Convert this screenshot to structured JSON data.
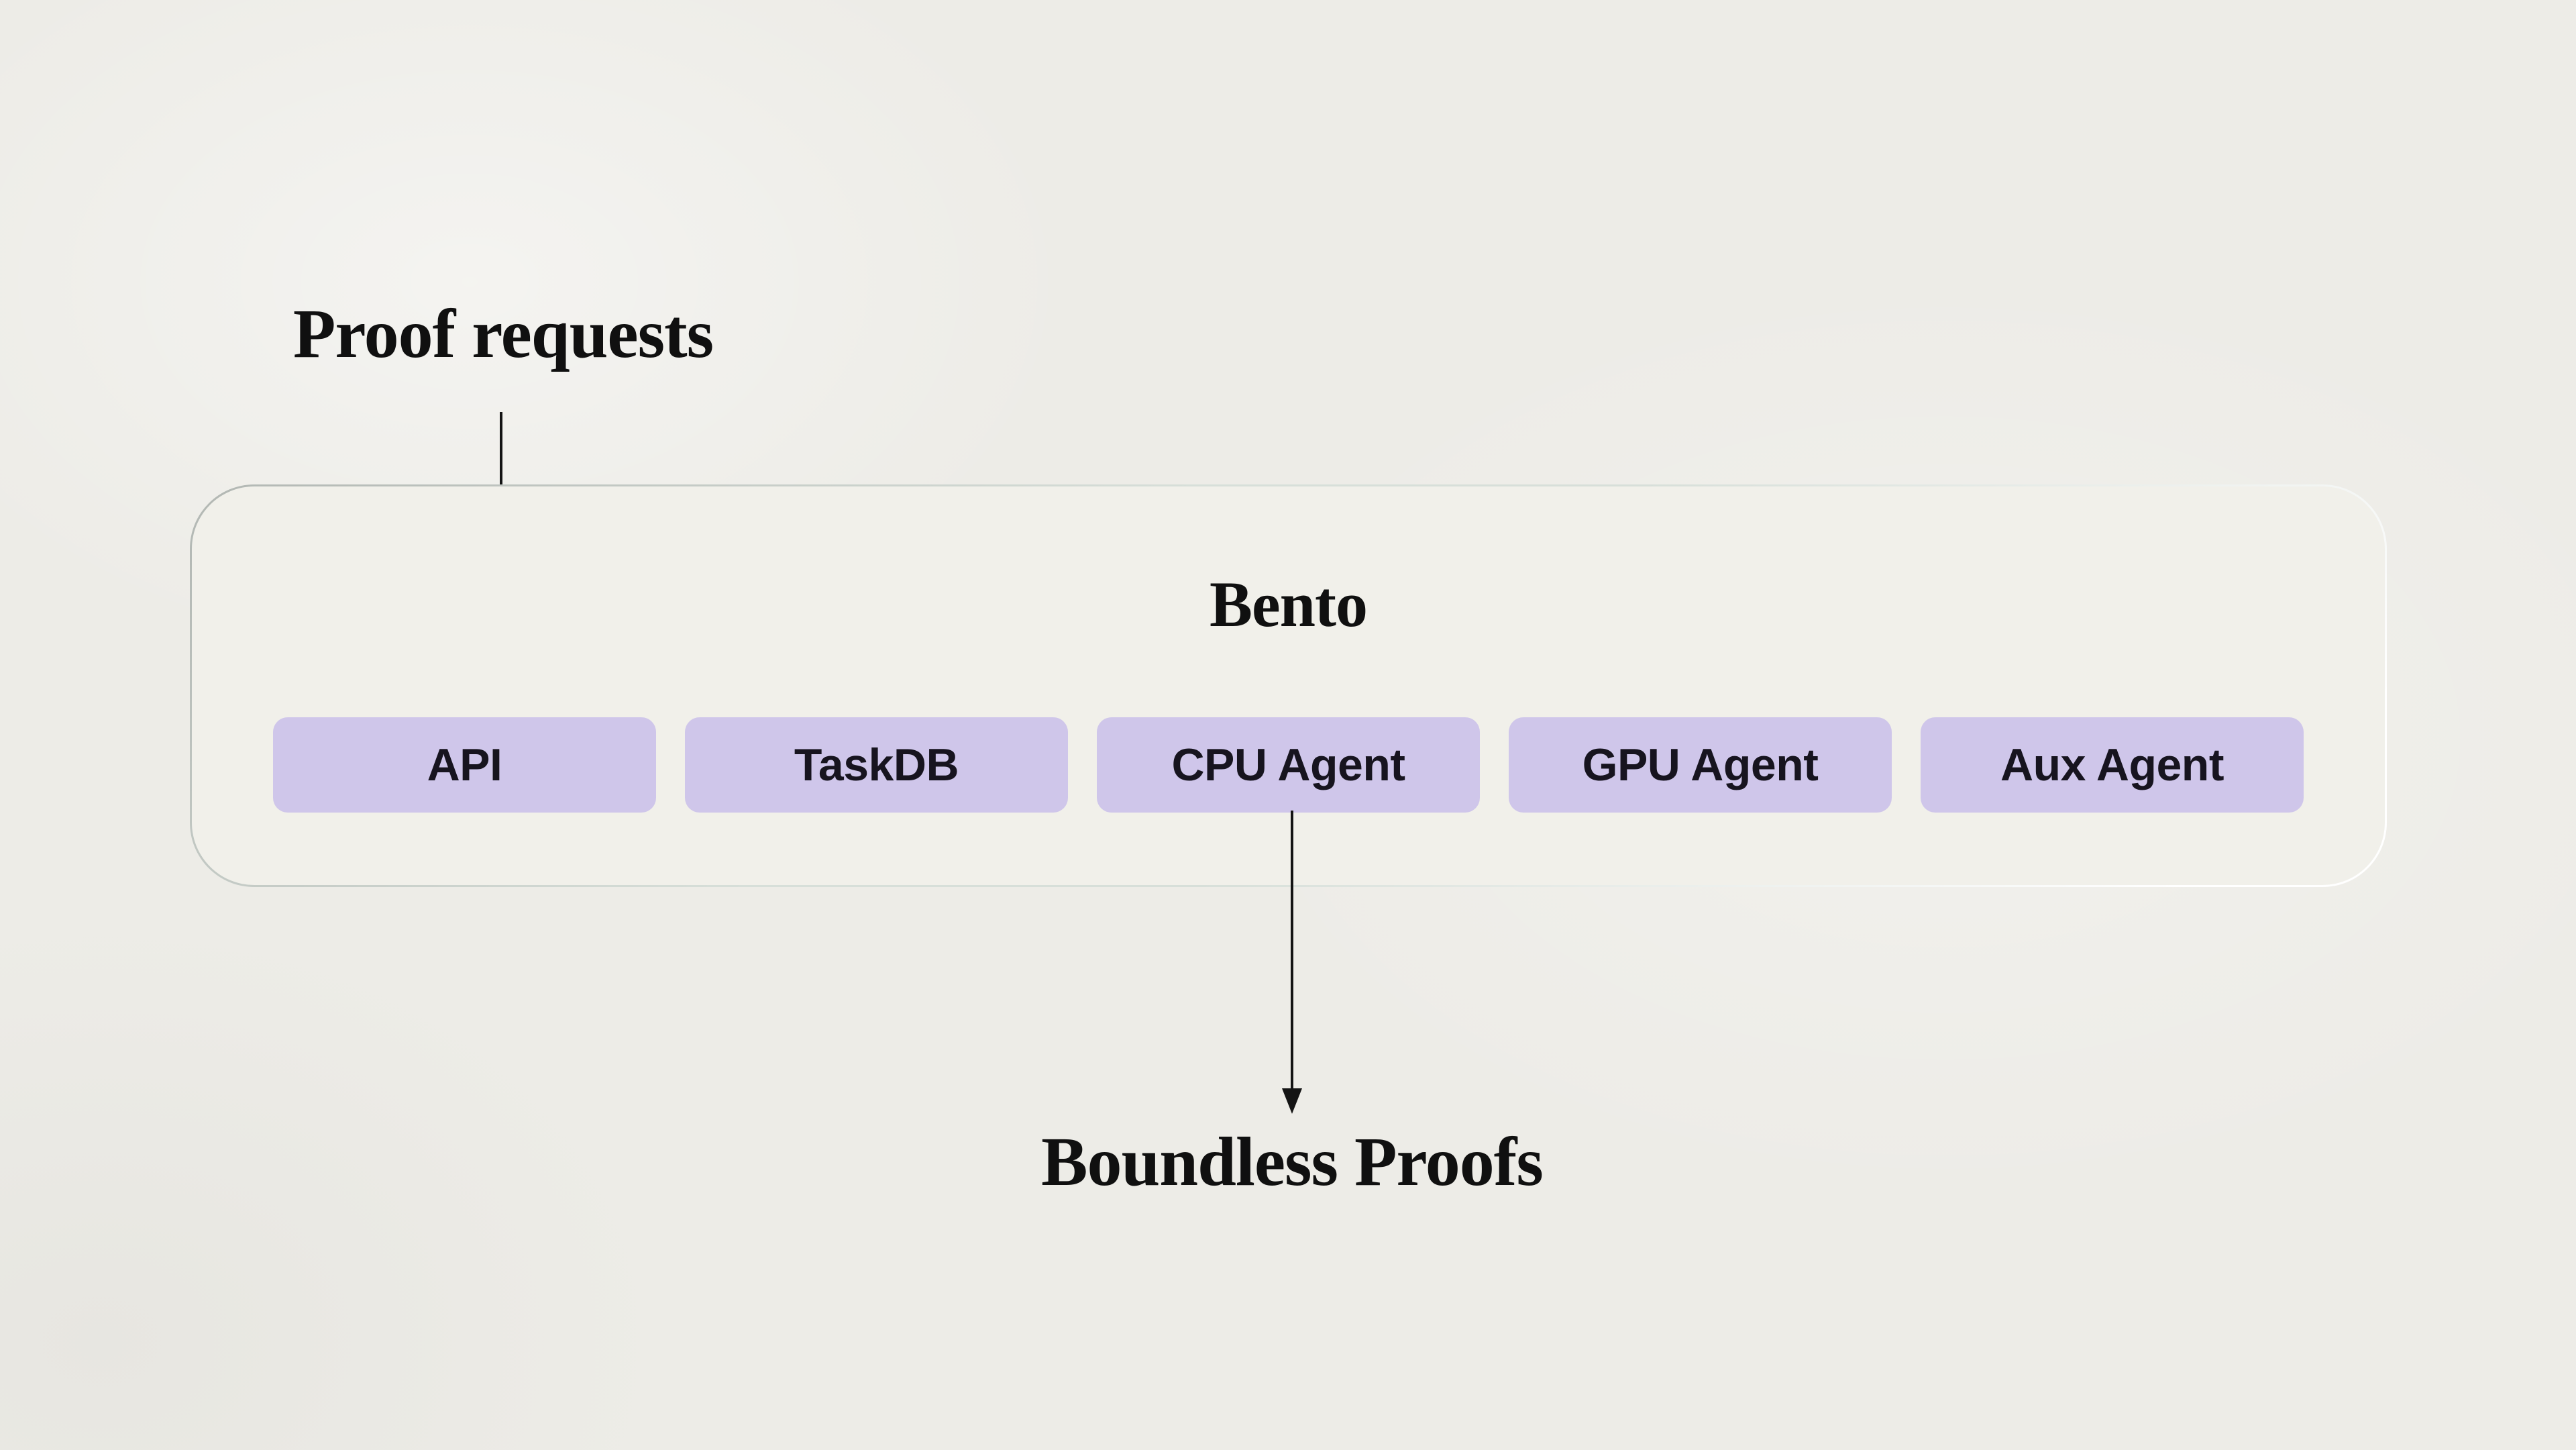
{
  "diagram": {
    "top_label": "Proof requests",
    "bottom_label": "Boundless Proofs",
    "bento": {
      "title": "Bento",
      "boxes": [
        {
          "label": "API"
        },
        {
          "label": "TaskDB"
        },
        {
          "label": "CPU Agent"
        },
        {
          "label": "GPU Agent"
        },
        {
          "label": "Aux Agent"
        }
      ]
    },
    "colors": {
      "background": "#EDECE7",
      "container_fill": "#F1F0EA",
      "border_gray": "#B2B7B3",
      "border_green": "#D7DFD9",
      "border_white": "#FFFFFF",
      "node_fill": "#CFC6EA",
      "node_text": "#17141F",
      "heading_text": "#101010",
      "arrow": "#141414"
    }
  }
}
